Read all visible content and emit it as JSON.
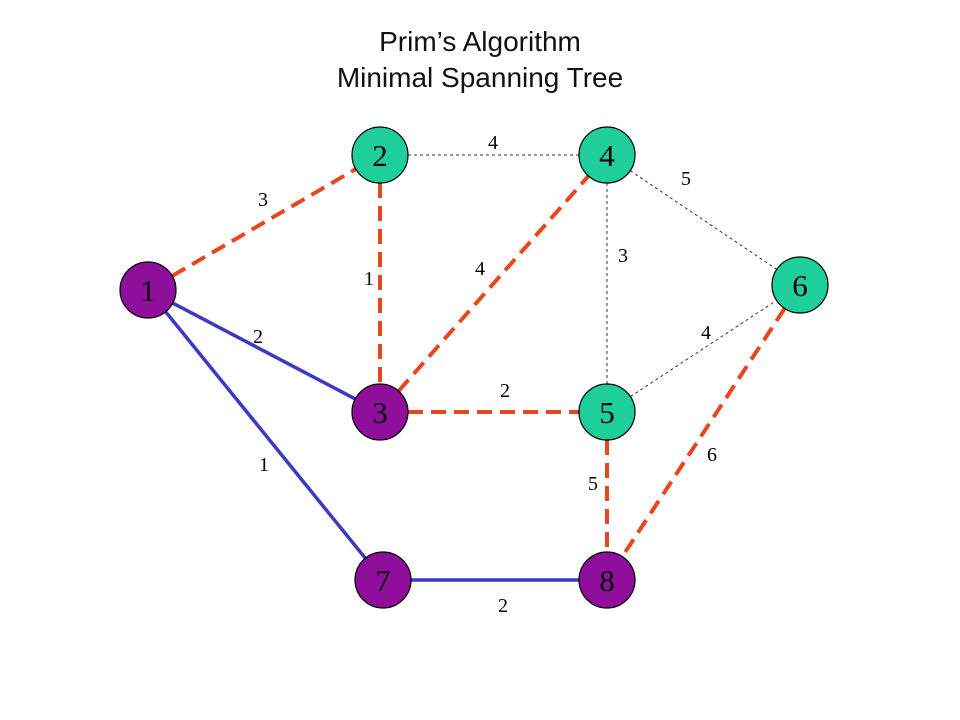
{
  "title": {
    "line1": "Prim’s Algorithm",
    "line2": "Minimal Spanning Tree"
  },
  "colors": {
    "tree_node": "#1fcf9b",
    "remaining_node": "#8f0f9c",
    "candidate_edge": "#e8461c",
    "chosen_edge": "#3a3ac4",
    "unused_edge": "#333333"
  },
  "nodes": [
    {
      "id": "1",
      "label": "1",
      "fill": "#8f0f9c"
    },
    {
      "id": "2",
      "label": "2",
      "fill": "#1fcf9b"
    },
    {
      "id": "3",
      "label": "3",
      "fill": "#8f0f9c"
    },
    {
      "id": "4",
      "label": "4",
      "fill": "#1fcf9b"
    },
    {
      "id": "5",
      "label": "5",
      "fill": "#1fcf9b"
    },
    {
      "id": "6",
      "label": "6",
      "fill": "#1fcf9b"
    },
    {
      "id": "7",
      "label": "7",
      "fill": "#8f0f9c"
    },
    {
      "id": "8",
      "label": "8",
      "fill": "#8f0f9c"
    }
  ],
  "edges": [
    {
      "from": "2",
      "to": "4",
      "weight": "4",
      "style": "unused"
    },
    {
      "from": "4",
      "to": "6",
      "weight": "5",
      "style": "unused"
    },
    {
      "from": "4",
      "to": "5",
      "weight": "3",
      "style": "unused"
    },
    {
      "from": "5",
      "to": "6",
      "weight": "4",
      "style": "unused"
    },
    {
      "from": "1",
      "to": "2",
      "weight": "3",
      "style": "candidate"
    },
    {
      "from": "2",
      "to": "3",
      "weight": "1",
      "style": "candidate"
    },
    {
      "from": "3",
      "to": "4",
      "weight": "4",
      "style": "candidate"
    },
    {
      "from": "3",
      "to": "5",
      "weight": "2",
      "style": "candidate"
    },
    {
      "from": "5",
      "to": "8",
      "weight": "5",
      "style": "candidate"
    },
    {
      "from": "6",
      "to": "8",
      "weight": "6",
      "style": "candidate"
    },
    {
      "from": "1",
      "to": "3",
      "weight": "2",
      "style": "chosen"
    },
    {
      "from": "1",
      "to": "7",
      "weight": "1",
      "style": "chosen"
    },
    {
      "from": "7",
      "to": "8",
      "weight": "2",
      "style": "chosen"
    }
  ]
}
